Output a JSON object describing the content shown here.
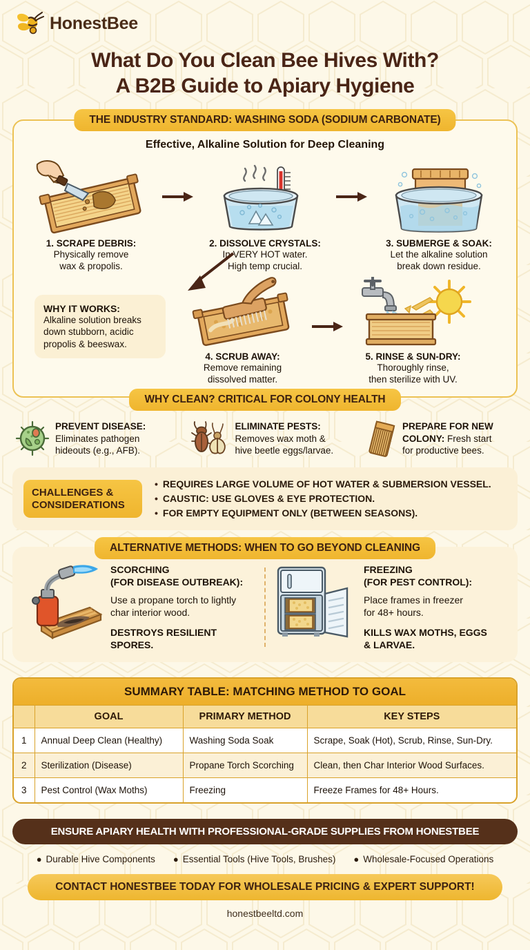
{
  "brand": {
    "name": "HonestBee",
    "logo_icon": "bee-logo-icon"
  },
  "header": {
    "title_line1": "What Do You Clean Bee Hives With?",
    "title_line2": "A B2B Guide to Apiary Hygiene"
  },
  "colors": {
    "page_bg": "#fdf8e8",
    "gold": "#efb52e",
    "gold_light": "#f6c544",
    "dark_brown": "#4a2516",
    "cta_dark": "#55301a",
    "card_cream": "#fcf2da",
    "table_border": "#d9a22a"
  },
  "soda_section": {
    "banner": "THE INDUSTRY STANDARD: WASHING SODA (SODIUM CARBONATE)",
    "subtitle": "Effective, Alkaline Solution for Deep Cleaning",
    "steps": [
      {
        "icon": "hive-frame-scraping-icon",
        "title": "1. SCRAPE DEBRIS:",
        "body_line1": "Physically remove",
        "body_line2": "wax & propolis."
      },
      {
        "icon": "hot-water-tub-thermometer-icon",
        "title": "2. DISSOLVE CRYSTALS:",
        "body_line1": "In VERY HOT water.",
        "body_line2": "High temp crucial."
      },
      {
        "icon": "hive-box-submerged-tub-icon",
        "title": "3. SUBMERGE & SOAK:",
        "body_line1": "Let the alkaline solution",
        "body_line2": "break down residue."
      },
      {
        "icon": "scrub-brush-frame-icon",
        "title": "4. SCRUB AWAY:",
        "body_line1": "Remove remaining",
        "body_line2": "dissolved matter."
      },
      {
        "icon": "faucet-rinse-sun-icon",
        "title": "5. RINSE & SUN-DRY:",
        "body_line1": "Thoroughly rinse,",
        "body_line2": "then sterilize with UV."
      }
    ],
    "why_it_works": {
      "title": "WHY IT WORKS:",
      "body_line1": "Alkaline solution breaks",
      "body_line2": "down stubborn, acidic",
      "body_line3": "propolis & beeswax."
    }
  },
  "why_clean": {
    "banner": "WHY CLEAN? CRITICAL FOR COLONY HEALTH",
    "benefits": [
      {
        "icon": "pathogen-cell-icon",
        "heading": "PREVENT DISEASE:",
        "line1": "Eliminates pathogen",
        "line2": "hideouts (e.g., AFB)."
      },
      {
        "icon": "beetle-moth-pest-icon",
        "heading": "ELIMINATE PESTS:",
        "line1": "Removes wax moth &",
        "line2": "hive beetle eggs/larvae."
      },
      {
        "icon": "honeycomb-foundation-icon",
        "heading": "PREPARE FOR NEW",
        "line1": "COLONY: Fresh start",
        "line2": "for productive bees."
      }
    ]
  },
  "challenges": {
    "badge_line1": "CHALLENGES &",
    "badge_line2": "CONSIDERATIONS",
    "items": [
      "REQUIRES LARGE VOLUME OF HOT WATER & SUBMERSION VESSEL.",
      "CAUSTIC: USE GLOVES & EYE PROTECTION.",
      "FOR EMPTY EQUIPMENT ONLY (BETWEEN SEASONS)."
    ]
  },
  "alternatives": {
    "banner": "ALTERNATIVE METHODS: WHEN TO GO BEYOND CLEANING",
    "left": {
      "icon": "propane-torch-charred-wood-icon",
      "head_line1": "SCORCHING",
      "head_line2": "(FOR DISEASE OUTBREAK):",
      "body_line1": "Use a propane torch to lightly",
      "body_line2": "char interior wood.",
      "strong": "DESTROYS RESILIENT SPORES."
    },
    "right": {
      "icon": "open-freezer-frames-icon",
      "head_line1": "FREEZING",
      "head_line2": "(FOR PEST CONTROL):",
      "body_line1": "Place frames in freezer",
      "body_line2": "for 48+ hours.",
      "strong_line1": "KILLS WAX MOTHS, EGGS",
      "strong_line2": "& LARVAE."
    }
  },
  "summary_table": {
    "title": "SUMMARY TABLE: MATCHING METHOD TO GOAL",
    "columns": [
      "GOAL",
      "PRIMARY METHOD",
      "KEY STEPS"
    ],
    "rows": [
      {
        "index": "1",
        "goal": "Annual Deep Clean (Healthy)",
        "method": "Washing Soda Soak",
        "steps": "Scrape, Soak (Hot), Scrub, Rinse, Sun-Dry."
      },
      {
        "index": "2",
        "goal": "Sterilization (Disease)",
        "method": "Propane Torch Scorching",
        "steps": "Clean, then Char Interior Wood Surfaces."
      },
      {
        "index": "3",
        "goal": "Pest Control (Wax Moths)",
        "method": "Freezing",
        "steps": "Freeze Frames for 48+ Hours."
      }
    ]
  },
  "footer": {
    "headline": "ENSURE APIARY HEALTH WITH PROFESSIONAL-GRADE SUPPLIES FROM HONESTBEE",
    "features": [
      "Durable Hive Components",
      "Essential Tools (Hive Tools, Brushes)",
      "Wholesale-Focused Operations"
    ],
    "cta": "CONTACT HONESTBEE TODAY FOR WHOLESALE PRICING & EXPERT SUPPORT!",
    "website": "honestbeeltd.com"
  }
}
